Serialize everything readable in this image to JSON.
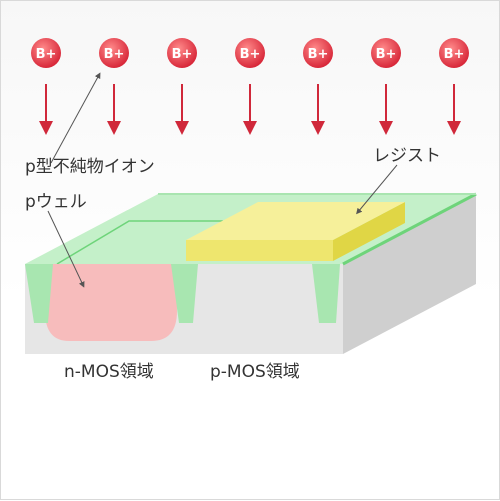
{
  "ion_label": "B+",
  "ion_count": 7,
  "labels": {
    "p_ion": "p型不純物イオン",
    "resist": "レジスト",
    "p_well": "pウェル",
    "n_mos": "n-MOS領域",
    "p_mos": "p-MOS領域"
  },
  "colors": {
    "ion": "#e83a4a",
    "arrow": "#d0283a",
    "oxide": "#b8edbe",
    "resist": "#f5ee86",
    "well": "#f7bcbc",
    "substrate": "#ececec"
  }
}
